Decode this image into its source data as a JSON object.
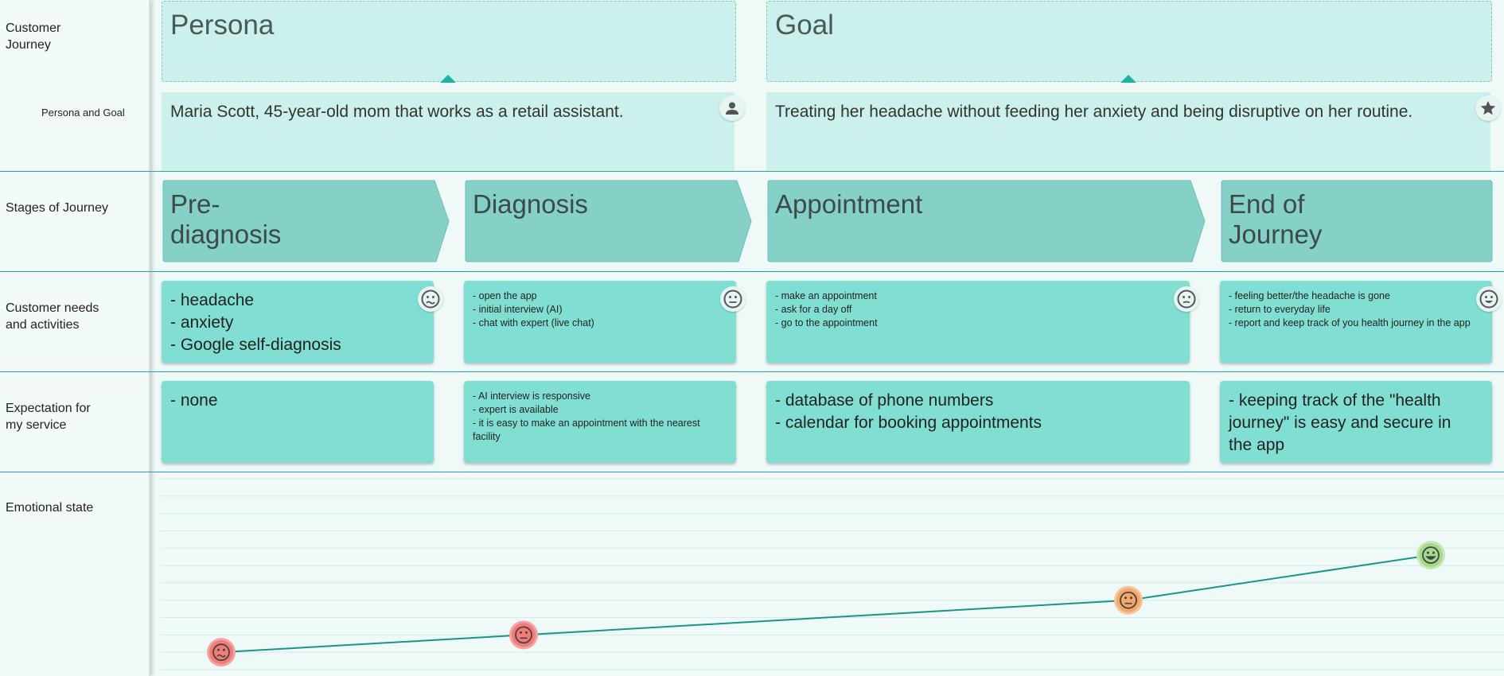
{
  "rows": {
    "customer_journey": [
      "Customer",
      "Journey"
    ],
    "persona_and_goal": "Persona and Goal",
    "stages": "Stages of Journey",
    "needs": [
      "Customer needs",
      "and activities"
    ],
    "expectation": [
      "Expectation for",
      "my service"
    ],
    "emotional": "Emotional state"
  },
  "persona": {
    "title": "Persona",
    "text": "Maria Scott, 45-year-old mom that works as a retail assistant.",
    "icon": "person-icon"
  },
  "goal": {
    "title": "Goal",
    "text": "Treating her headache without feeding her anxiety and being disruptive on her routine.",
    "icon": "star-icon"
  },
  "stages": [
    "Pre-diagnosis",
    "Diagnosis",
    "Appointment",
    "End of Journey"
  ],
  "needs": [
    {
      "lines": [
        "- headache",
        "- anxiety",
        "- Google self-diagnosis"
      ],
      "face": "worried-face-icon"
    },
    {
      "lines": [
        "- open the app",
        "- initial interview (AI)",
        "- chat with expert (live chat)"
      ],
      "face": "neutral-face-icon"
    },
    {
      "lines": [
        "- make an appointment",
        "- ask for a day off",
        "- go to the appointment"
      ],
      "face": "slightly-sad-face-icon"
    },
    {
      "lines": [
        "- feeling better/the headache is gone",
        "- return to everyday life",
        "- report and keep track of you health journey in the app"
      ],
      "face": "happy-face-icon"
    }
  ],
  "expectations": [
    {
      "lines": [
        "- none"
      ]
    },
    {
      "lines": [
        "- AI interview is responsive",
        "- expert is available",
        "- it is easy to make an appointment with the nearest",
        "facility"
      ]
    },
    {
      "lines": [
        "- database of phone numbers",
        "- calendar for booking appointments"
      ]
    },
    {
      "lines": [
        "- keeping track of the \"health",
        "journey\" is easy and secure in",
        "the app"
      ]
    }
  ],
  "chart_data": {
    "type": "line",
    "title": "",
    "xlabel": "",
    "ylabel": "",
    "categories": [
      "Pre-diagnosis",
      "Diagnosis",
      "Appointment",
      "End of Journey"
    ],
    "values": [
      1,
      2,
      4,
      6.6
    ],
    "ylim": [
      0,
      11
    ],
    "grid": true,
    "colors": {
      "line": "#1a9686",
      "sad": "#f27b78",
      "neutral": "#f4a76b",
      "happy": "#a5d98b"
    },
    "point_icons": [
      "worried-face-icon",
      "neutral-face-icon",
      "neutral-face-icon",
      "happy-face-icon"
    ]
  }
}
